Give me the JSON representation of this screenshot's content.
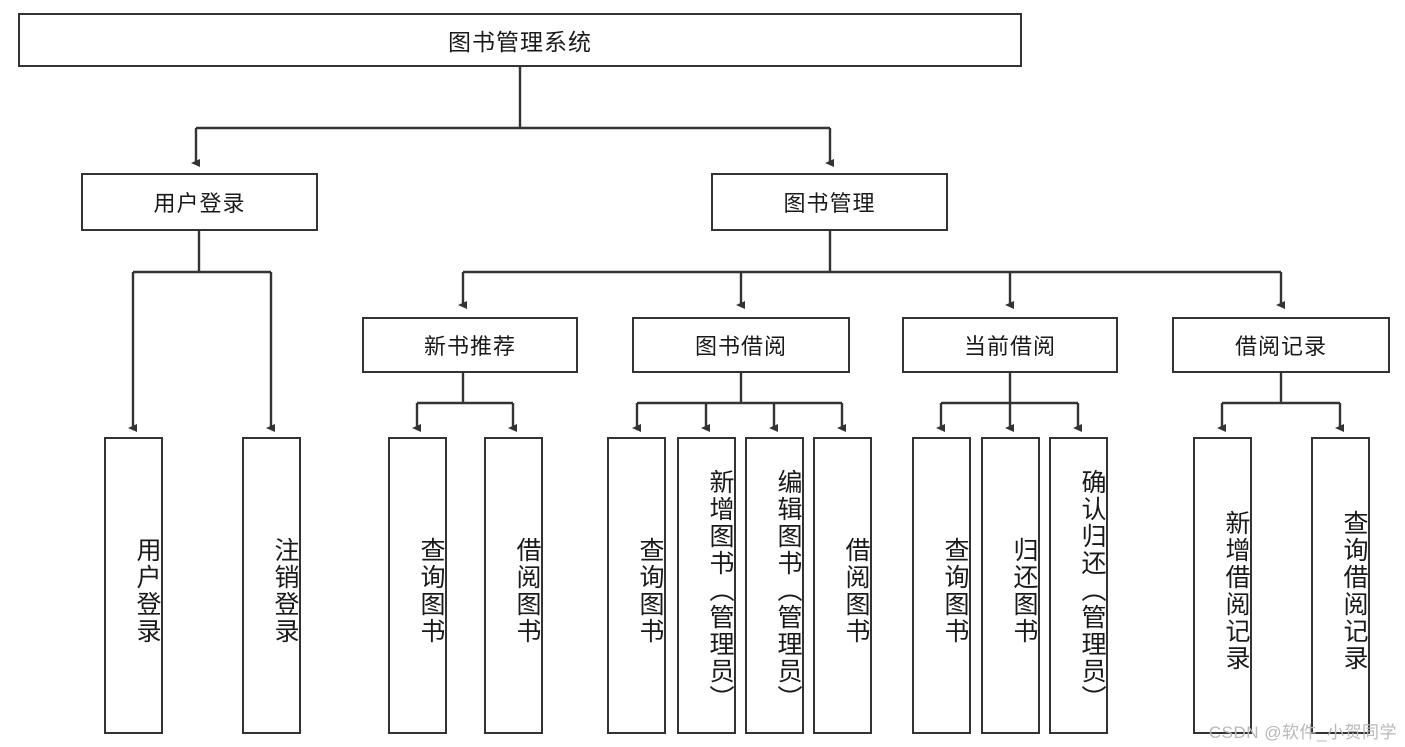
{
  "diagram": {
    "title": "图书管理系统",
    "watermark": "CSDN @软件_小贺同学",
    "root": {
      "label": "图书管理系统"
    },
    "level2": [
      {
        "label": "用户登录"
      },
      {
        "label": "图书管理"
      }
    ],
    "level3": [
      {
        "label": "新书推荐"
      },
      {
        "label": "图书借阅"
      },
      {
        "label": "当前借阅"
      },
      {
        "label": "借阅记录"
      }
    ],
    "leaves": {
      "user_login": [
        {
          "label": "用户登录"
        },
        {
          "label": "注销登录"
        }
      ],
      "new_book_recommend": [
        {
          "label": "查询图书"
        },
        {
          "label": "借阅图书"
        }
      ],
      "book_borrow": [
        {
          "label": "查询图书"
        },
        {
          "label": "新增图书（管理员）"
        },
        {
          "label": "编辑图书（管理员）"
        },
        {
          "label": "借阅图书"
        }
      ],
      "current_borrow": [
        {
          "label": "查询图书"
        },
        {
          "label": "归还图书"
        },
        {
          "label": "确认归还（管理员）"
        }
      ],
      "borrow_record": [
        {
          "label": "新增借阅记录"
        },
        {
          "label": "查询借阅记录"
        }
      ]
    },
    "colors": {
      "stroke": "#333333",
      "fill": "#ffffff",
      "text": "#1a1a1a",
      "watermark": "#b8b8b8"
    }
  }
}
